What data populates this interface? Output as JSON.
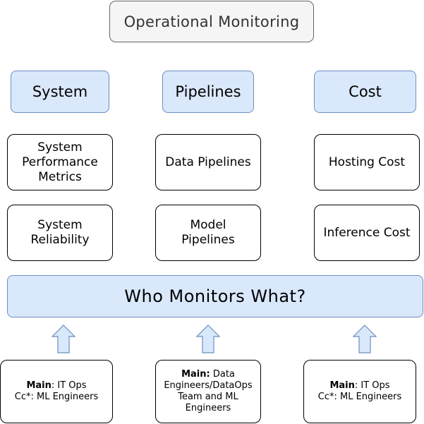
{
  "title": "Operational Monitoring",
  "columns": [
    {
      "header": "System",
      "items": [
        "System Performance Metrics",
        "System Reliability"
      ],
      "owner": {
        "main_label": "Main",
        "main_sep": ": ",
        "main_value": "IT Ops",
        "cc_line": "Cc*: ML Engineers"
      }
    },
    {
      "header": "Pipelines",
      "items": [
        "Data Pipelines",
        "Model Pipelines"
      ],
      "owner": {
        "main_label": "Main:",
        "main_value": " Data Engineers/DataOps Team and ML Engineers"
      }
    },
    {
      "header": "Cost",
      "items": [
        "Hosting Cost",
        "Inference Cost"
      ],
      "owner": {
        "main_label": "Main",
        "main_sep": ": ",
        "main_value": "IT Ops",
        "cc_line": "Cc*: ML Engineers"
      }
    }
  ],
  "banner": "Who Monitors What?",
  "colors": {
    "header_fill": "#dae8fc",
    "header_stroke": "#6c8ebf",
    "title_fill": "#f5f5f5",
    "title_stroke": "#666666"
  }
}
